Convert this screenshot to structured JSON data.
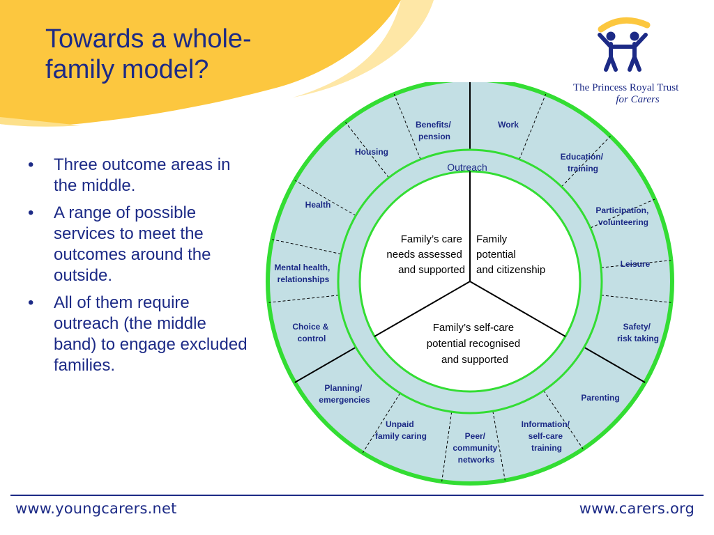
{
  "slide": {
    "title": "Towards a whole-family model?",
    "bullets": [
      "Three outcome areas in the middle.",
      "A range of possible services to meet the outcomes around the outside.",
      "All of them require outreach (the middle band) to engage excluded families."
    ]
  },
  "logo": {
    "org_line_1": "The Princess Royal Trust",
    "org_line_2": "for Carers"
  },
  "diagram": {
    "band_label": "Outreach",
    "core_areas": [
      [
        "Family’s care",
        "needs assessed",
        "and supported"
      ],
      [
        "Family",
        "potential",
        "and citizenship"
      ],
      [
        "Family’s self-care",
        "potential recognised",
        "and supported"
      ]
    ],
    "services": [
      [
        "Work"
      ],
      [
        "Education/",
        "training"
      ],
      [
        "Participation,",
        "volunteering"
      ],
      [
        "Leisure"
      ],
      [
        "Safety/",
        "risk taking"
      ],
      [
        "Parenting"
      ],
      [
        "Information/",
        "self-care",
        "training"
      ],
      [
        "Peer/",
        "community",
        "networks"
      ],
      [
        "Unpaid",
        "family caring"
      ],
      [
        "Planning/",
        "emergencies"
      ],
      [
        "Choice &",
        "control"
      ],
      [
        "Mental health,",
        "relationships"
      ],
      [
        "Health"
      ],
      [
        "Housing"
      ],
      [
        "Benefits/",
        "pension"
      ]
    ]
  },
  "footer": {
    "left_url": "www.youngcarers.net",
    "right_url": "www.carers.org"
  },
  "colors": {
    "title_text": "#1c2a86",
    "swoosh": "#fcc73f",
    "ring_fill": "#c3dfe4",
    "ring_border": "#33dd33",
    "divider": "#000000"
  }
}
